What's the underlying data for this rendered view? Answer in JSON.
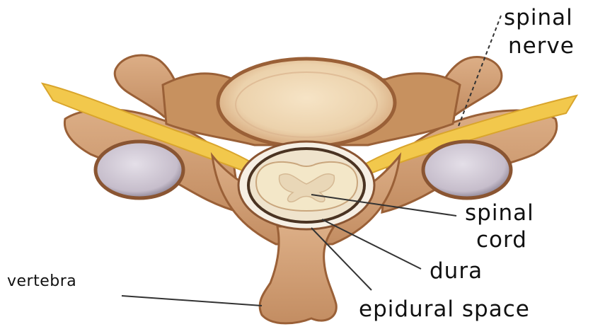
{
  "labels": {
    "spinal_nerve_line1": "spinal",
    "spinal_nerve_line2": "nerve",
    "spinal_cord_line1": "spinal",
    "spinal_cord_line2": "cord",
    "dura": "dura",
    "vertebra": "vertebra",
    "epidural_space": "epidural space"
  },
  "colors": {
    "bone": "#d6a57a",
    "bone_dark": "#a4683e",
    "body_disc": "#f0d8b8",
    "nerve": "#f2c84c",
    "cord": "#f3e7c8",
    "facet": "#c9c2cf"
  }
}
